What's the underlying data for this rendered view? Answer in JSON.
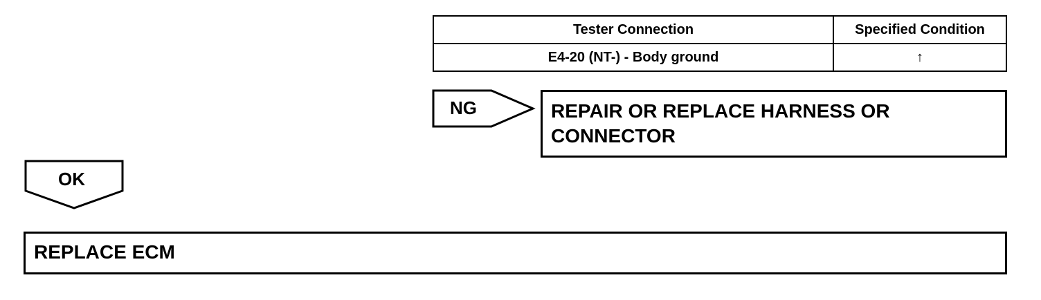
{
  "table": {
    "headers": [
      "Tester Connection",
      "Specified Condition"
    ],
    "rows": [
      [
        "E4-20 (NT-) - Body ground",
        "↑"
      ]
    ]
  },
  "ng": {
    "label": "NG",
    "result": "REPAIR OR REPLACE HARNESS OR CONNECTOR"
  },
  "ok": {
    "label": "OK",
    "result": "REPLACE ECM"
  }
}
